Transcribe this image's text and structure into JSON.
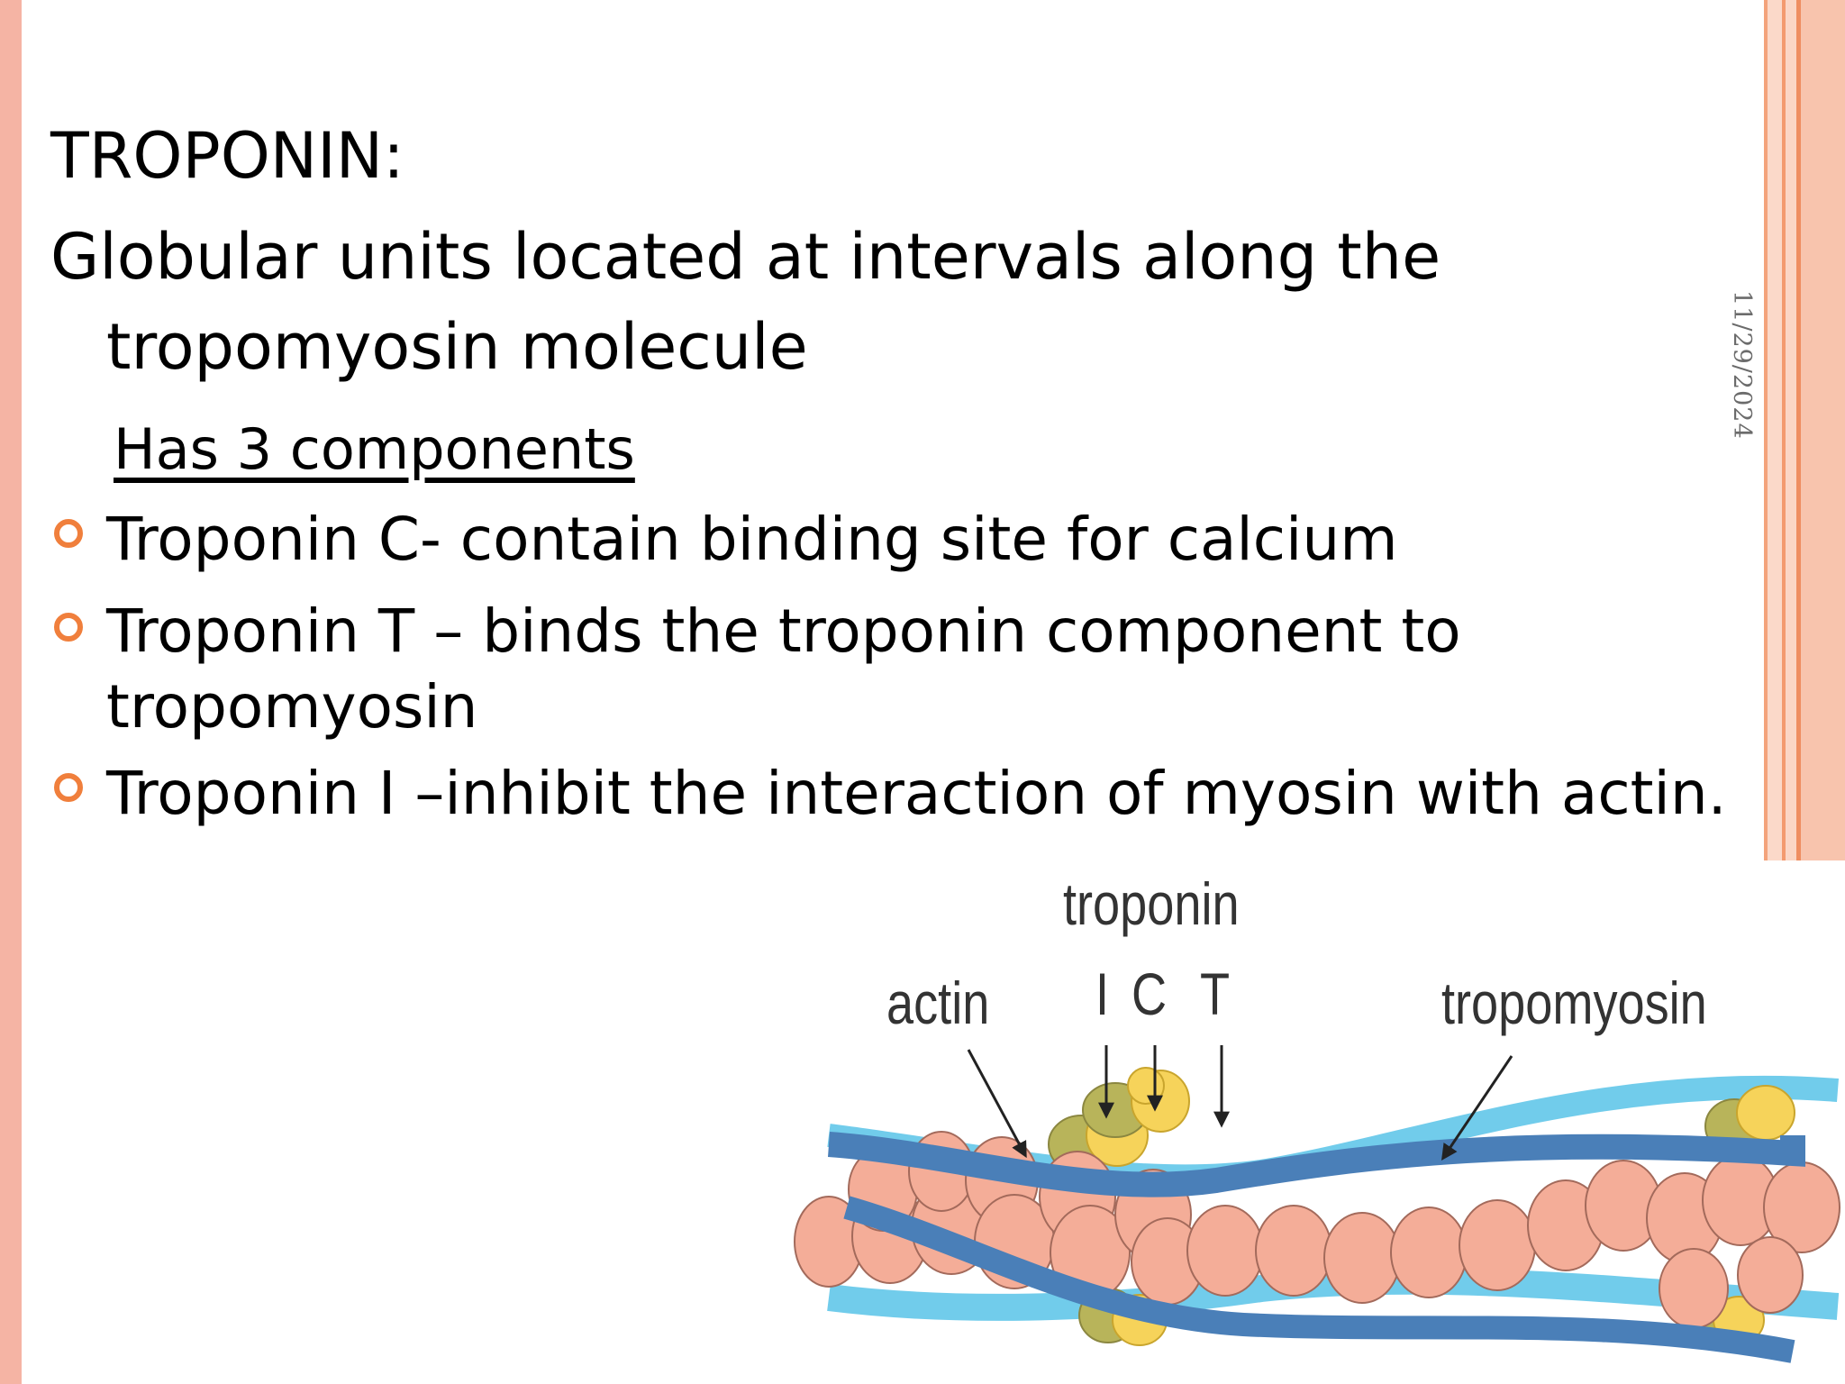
{
  "slide": {
    "date": "11/29/2024",
    "title": "TROPONIN:",
    "intro_line1": "Globular units located at intervals along the",
    "intro_line2": "tropomyosin molecule",
    "subheading": "Has 3 components",
    "bullets": [
      "Troponin C- contain binding site for calcium",
      "Troponin T – binds the troponin component to",
      "tropomyosin",
      "Troponin I –inhibit the interaction of myosin with actin."
    ],
    "bullet_color": "#f07f3c"
  },
  "figure": {
    "label_troponin": "troponin",
    "label_actin": "actin",
    "label_i": "I",
    "label_c": "C",
    "label_t": "T",
    "label_tropomyosin": "tropomyosin"
  }
}
